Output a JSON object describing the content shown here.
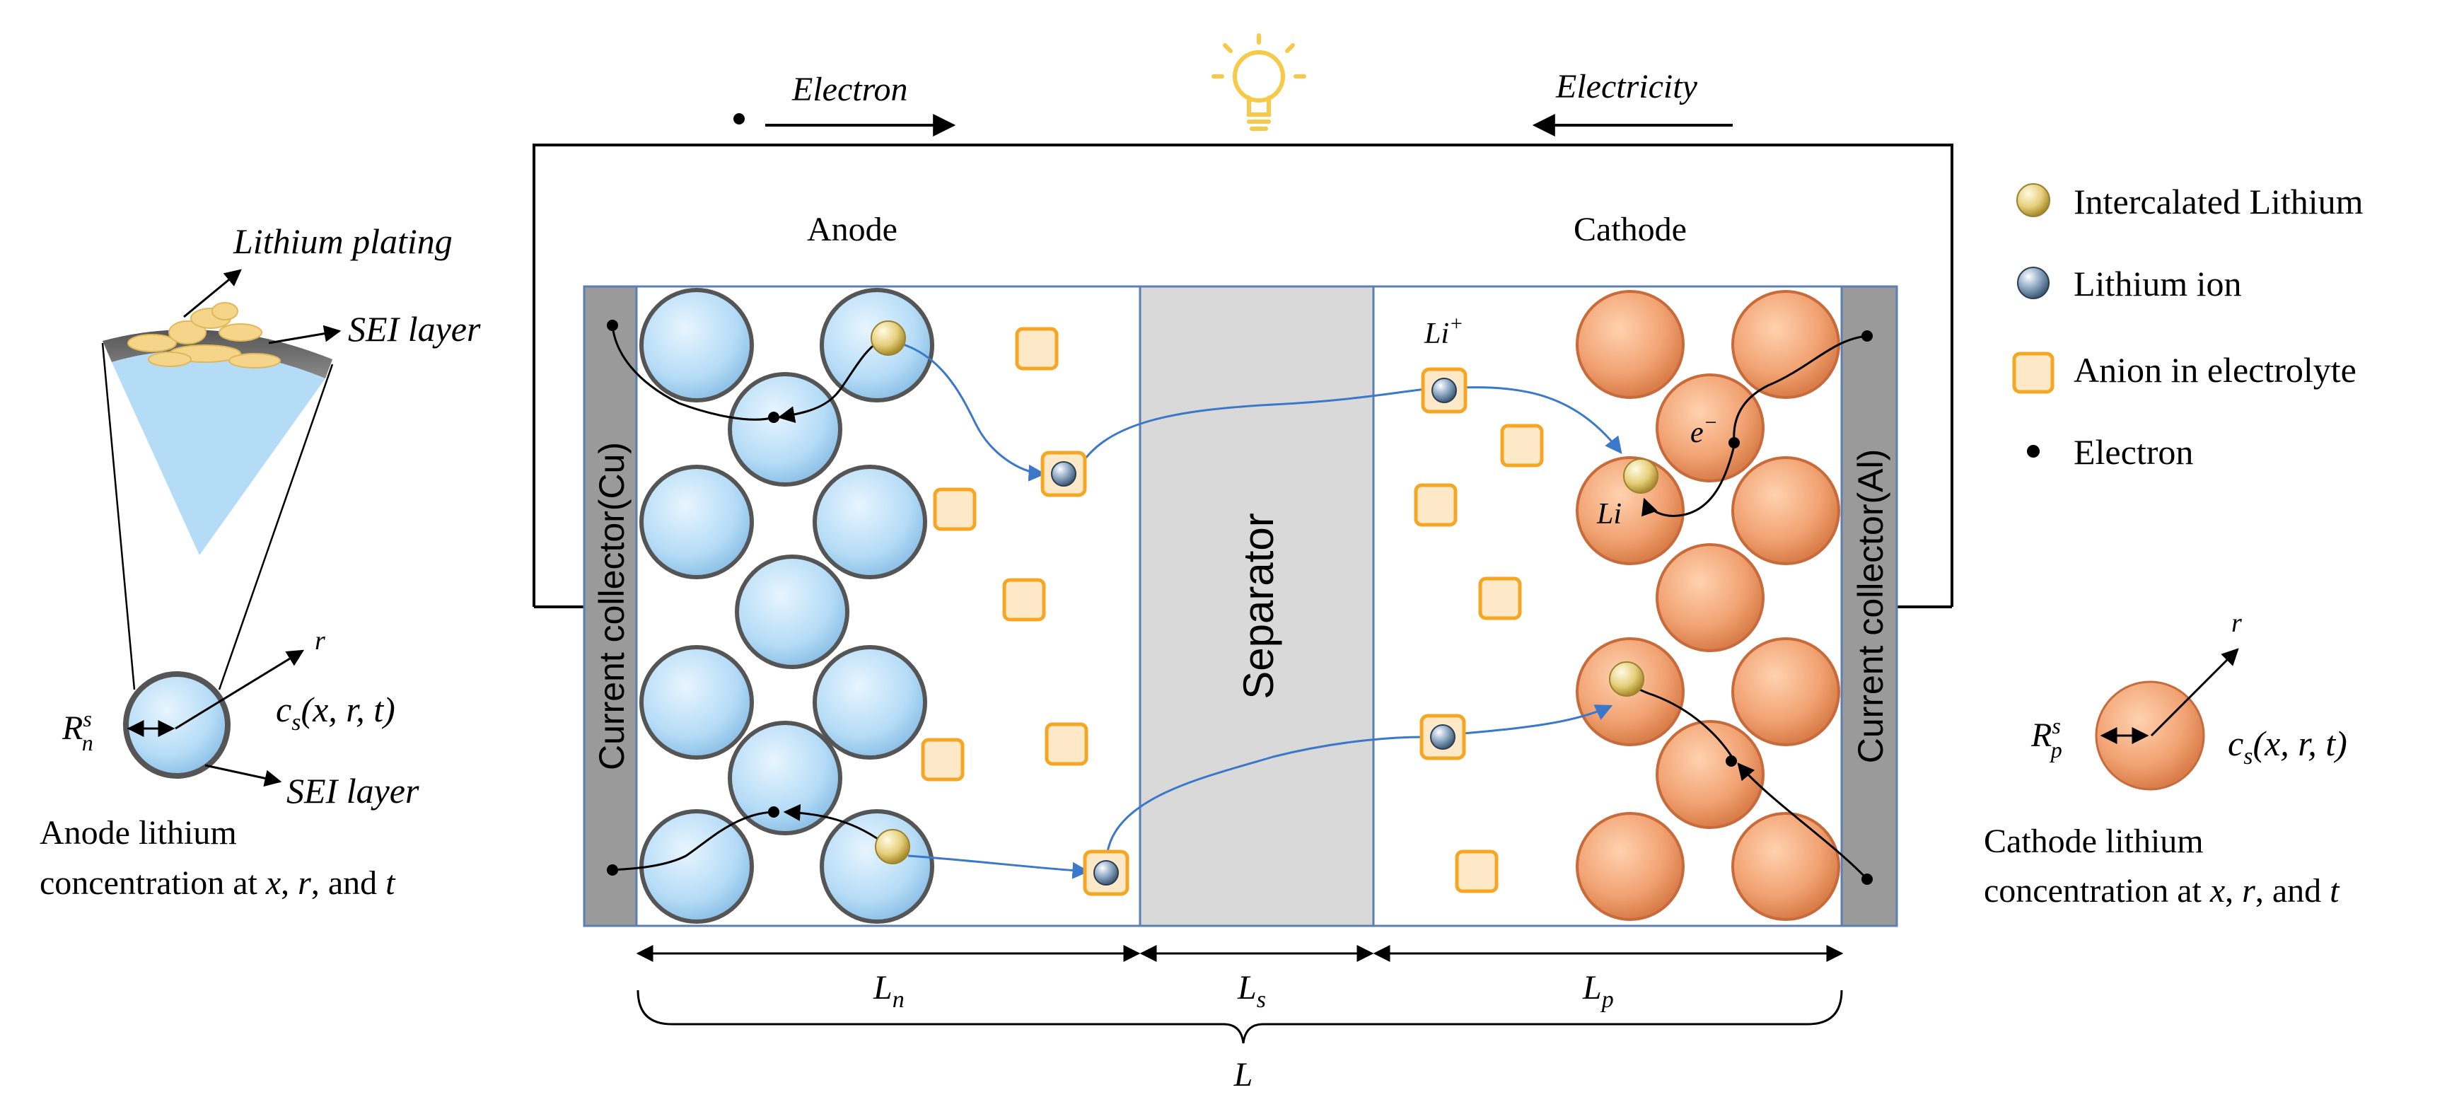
{
  "labels": {
    "electron_flow": "Electron",
    "electricity_flow": "Electricity",
    "anode": "Anode",
    "cathode": "Cathode",
    "separator": "Separator",
    "collector_cu": "Current collector(Cu)",
    "collector_al": "Current collector(Al)",
    "li_plus_base": "Li",
    "li_plus_sup": "+",
    "e_minus_base": "e",
    "e_minus_sup": "−",
    "li_atom": "Li"
  },
  "dimensions": {
    "Ln_base": "L",
    "Ln_sub": "n",
    "Ls_base": "L",
    "Ls_sub": "s",
    "Lp_base": "L",
    "Lp_sub": "p",
    "L_total": "L"
  },
  "anode_particle": {
    "plating": "Lithium plating",
    "sei_top": "SEI layer",
    "sei_bottom": "SEI layer",
    "r": "r",
    "R_base": "R",
    "R_sup": "s",
    "R_sub": "n",
    "conc": "c",
    "conc_sub": "s",
    "conc_args": "(x, r, t)",
    "caption_line1": "Anode lithium",
    "caption_line2_a": "concentration at",
    "caption_x": "x",
    "caption_r": "r",
    "caption_and": ", and",
    "caption_t": "t"
  },
  "cathode_particle": {
    "r": "r",
    "R_base": "R",
    "R_sup": "s",
    "R_sub": "p",
    "conc": "c",
    "conc_sub": "s",
    "conc_args": "(x, r, t)",
    "caption_line1": "Cathode lithium",
    "caption_line2_a": "concentration at",
    "caption_x": "x",
    "caption_r": "r",
    "caption_and": ", and",
    "caption_t": "t"
  },
  "legend": [
    {
      "label": "Intercalated Lithium",
      "icon": "gold-sphere"
    },
    {
      "label": "Lithium ion",
      "icon": "blue-ion"
    },
    {
      "label": "Anion in electrolyte",
      "icon": "orange-square"
    },
    {
      "label": "Electron",
      "icon": "black-dot"
    }
  ],
  "colors": {
    "anode_particle": "#bfe2fa",
    "cathode_particle": "#f2a373",
    "separator": "#d9d9d9",
    "collector": "#9a9a9a",
    "cell_border": "#5b7fb3",
    "anion": "#f5a623",
    "ion_path": "#3a78c9",
    "bulb": "#f7c948"
  }
}
